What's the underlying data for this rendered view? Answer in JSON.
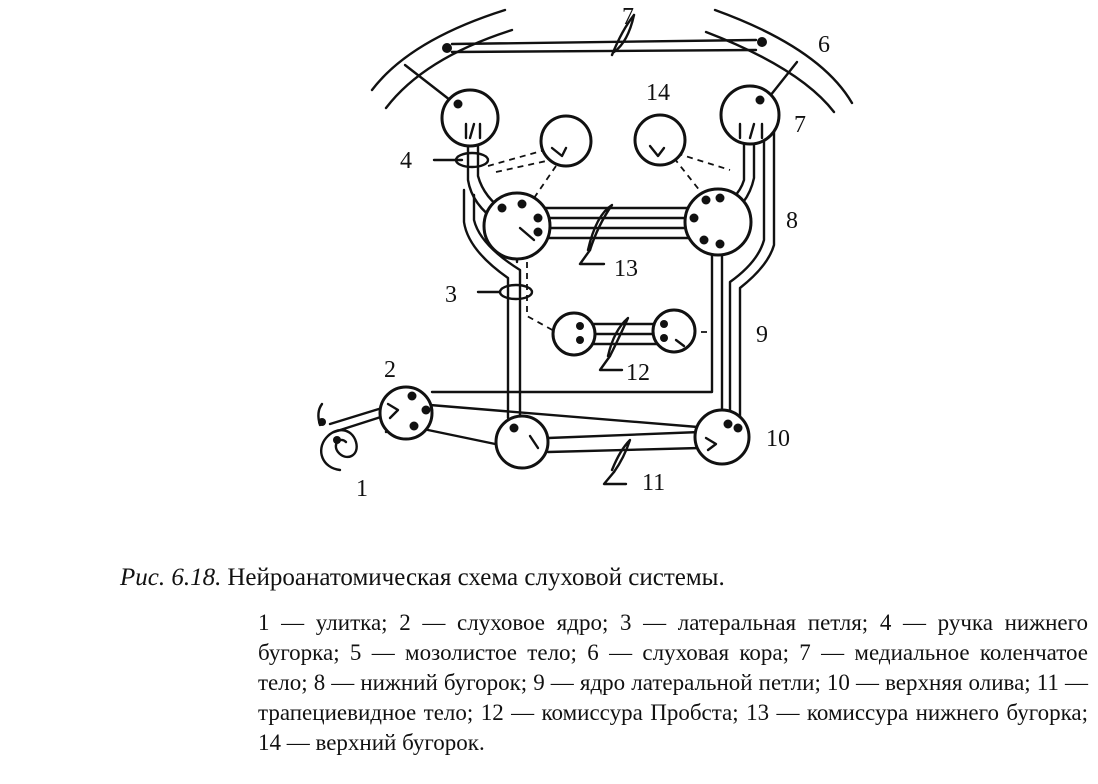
{
  "figure": {
    "label": "Рис. 6.18.",
    "title": "Нейроанатомическая схема слуховой системы."
  },
  "legend_text": "1 — улитка; 2 — слуховое ядро; 3 — латеральная петля; 4 — ручка нижнего бугорка; 5 — мозолистое тело; 6 — слуховая кора; 7 — медиальное коленчатое тело; 8 — нижний бугорок; 9 — ядро латеральной петли; 10 — верхняя олива; 11 — трапециевидное тело; 12 — комиссура Пробста; 13 — комиссура нижнего бугорка; 14 — верхний бугорок.",
  "diagram_labels": {
    "n1": "1",
    "n2": "2",
    "n3": "3",
    "n4": "4",
    "n5": "7",
    "n6": "6",
    "n7": "7",
    "n8": "8",
    "n9": "9",
    "n10": "10",
    "n11": "11",
    "n12": "12",
    "n13": "13",
    "n14": "14"
  }
}
